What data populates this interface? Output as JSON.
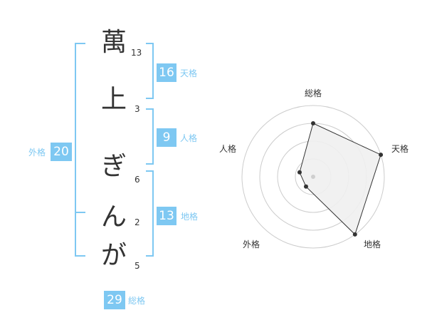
{
  "name": {
    "chars": [
      {
        "char": "萬",
        "strokes": "13"
      },
      {
        "char": "上",
        "strokes": "3"
      },
      {
        "char": "ぎ",
        "strokes": "6"
      },
      {
        "char": "ん",
        "strokes": "2"
      },
      {
        "char": "が",
        "strokes": "5"
      }
    ]
  },
  "kaku": {
    "tenkaku": {
      "value": "16",
      "label": "天格"
    },
    "jinkaku": {
      "value": "9",
      "label": "人格"
    },
    "chikaku": {
      "value": "13",
      "label": "地格"
    },
    "gaikaku": {
      "value": "20",
      "label": "外格"
    },
    "soukaku": {
      "value": "29",
      "label": "総格"
    }
  },
  "colors": {
    "accent": "#7ec8f2",
    "text": "#333333",
    "grid": "#cccccc",
    "fill": "#eeeeee"
  },
  "chart_data": {
    "type": "radar",
    "axes": [
      "総格",
      "天格",
      "地格",
      "外格",
      "人格"
    ],
    "values": [
      0.75,
      1.0,
      1.0,
      0.17,
      0.2
    ],
    "rings": 4,
    "grid": true
  }
}
